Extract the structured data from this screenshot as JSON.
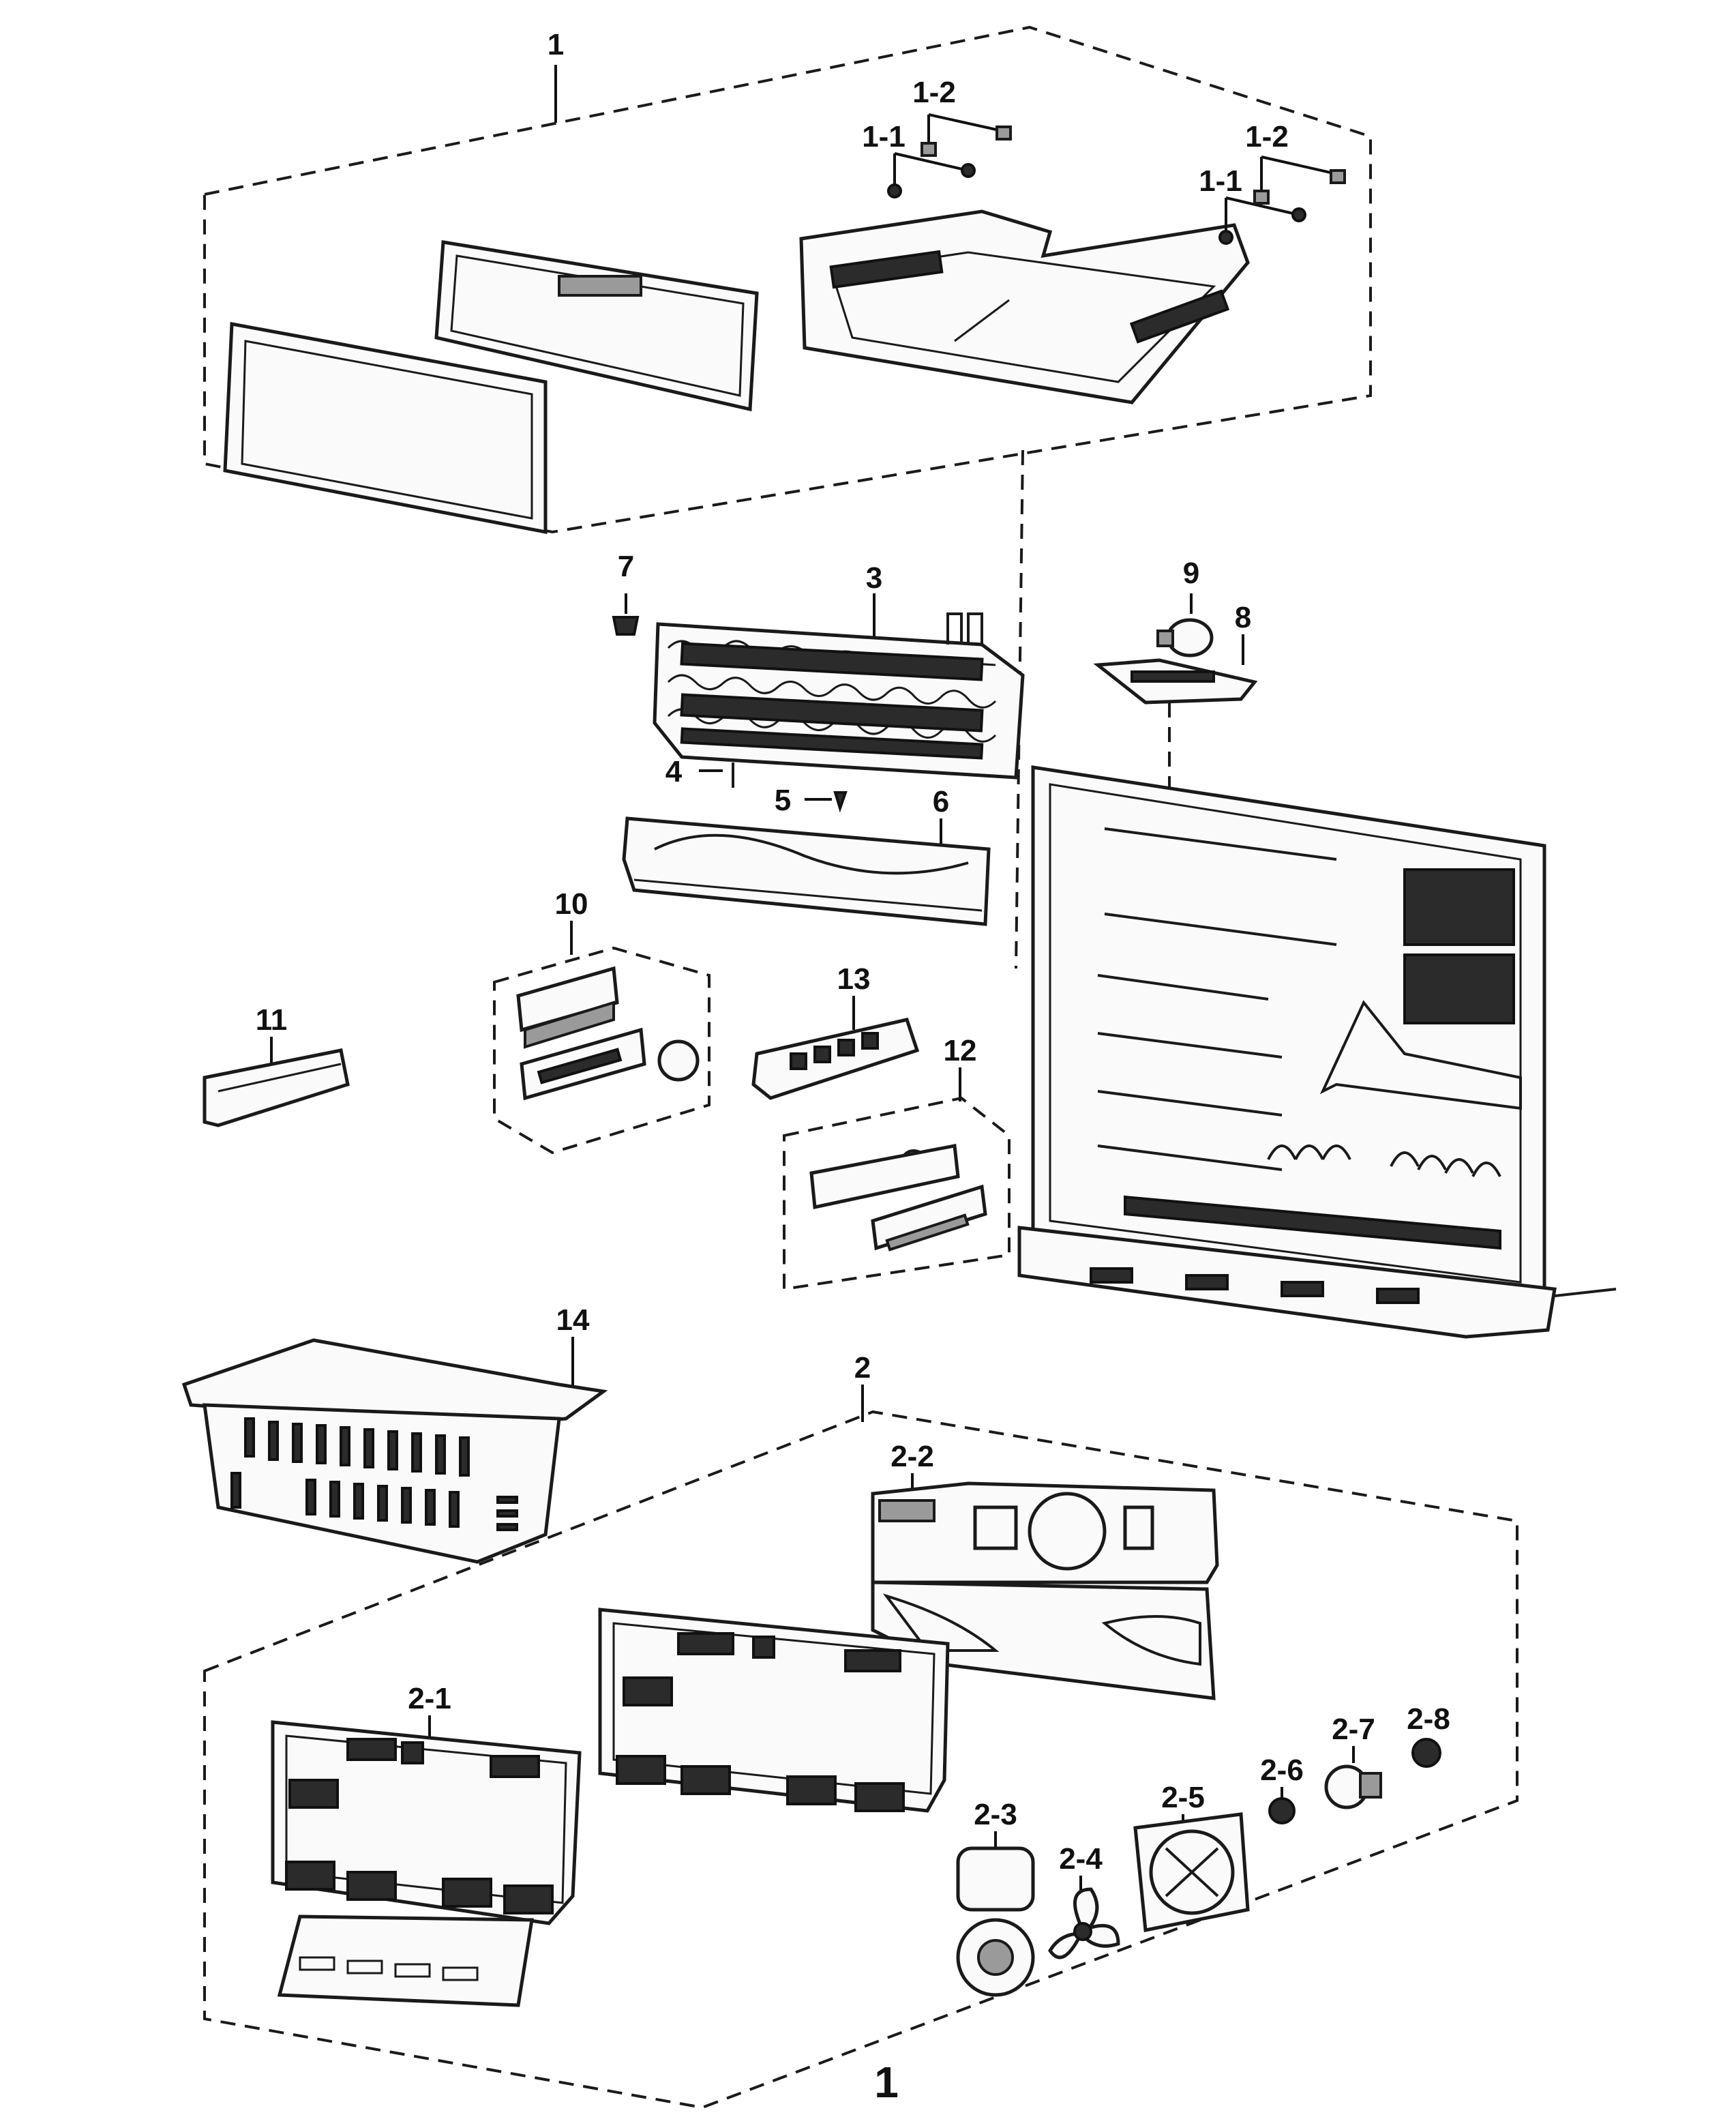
{
  "labels": {
    "p1": "1",
    "p1_2a": "1-2",
    "p1_1a": "1-1",
    "p1_2b": "1-2",
    "p1_1b": "1-1",
    "p3": "3",
    "p4": "4",
    "p5": "5",
    "p6": "6",
    "p7": "7",
    "p8": "8",
    "p9": "9",
    "p10": "10",
    "p11": "11",
    "p12": "12",
    "p13": "13",
    "p14": "14",
    "p2": "2",
    "p2_1": "2-1",
    "p2_2": "2-2",
    "p2_3": "2-3",
    "p2_4": "2-4",
    "p2_5": "2-5",
    "p2_6": "2-6",
    "p2_7": "2-7",
    "p2_8": "2-8",
    "p1_bottom": "1"
  }
}
